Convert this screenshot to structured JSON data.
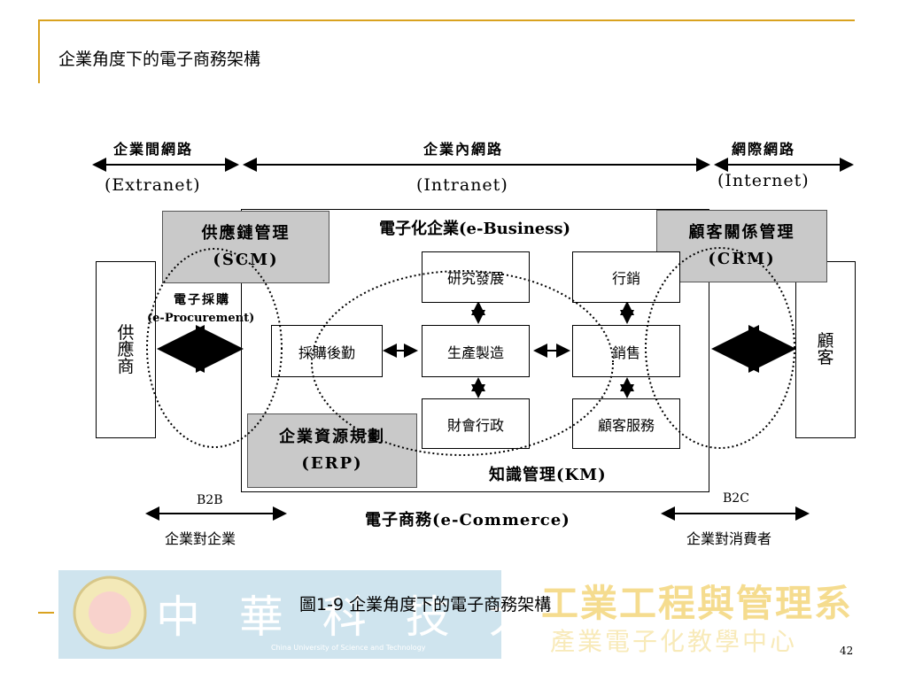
{
  "slide": {
    "title": "企業角度下的電子商務架構",
    "page_number": "42"
  },
  "networks": {
    "extranet": {
      "label": "企業間網路",
      "sub": "(Extranet)"
    },
    "intranet": {
      "label": "企業內網路",
      "sub": "(Intranet)"
    },
    "internet": {
      "label": "網際網路",
      "sub": "(Internet)"
    }
  },
  "diagram": {
    "ebusiness_title": "電子化企業(e-Business)",
    "scm": {
      "line1": "供應鏈管理",
      "line2": "(SCM)"
    },
    "crm": {
      "line1": "顧客關係管理",
      "line2": "(CRM)"
    },
    "erp": {
      "line1": "企業資源規劃",
      "line2": "(ERP)"
    },
    "km": "知識管理(KM)",
    "eprocurement": {
      "line1": "電子採購",
      "line2": "(e-Procurement)"
    },
    "supplier": "供應商",
    "customer": "顧客",
    "boxes": {
      "purchasing": "採購後勤",
      "rnd": "研究發展",
      "production": "生產製造",
      "finance": "財會行政",
      "marketing": "行銷",
      "sales": "銷售",
      "service": "顧客服務"
    },
    "b2b": {
      "code": "B2B",
      "desc": "企業對企業"
    },
    "b2c": {
      "code": "B2C",
      "desc": "企業對消費者"
    },
    "ecommerce": "電子商務(e-Commerce)"
  },
  "caption": "圖1-9  企業角度下的電子商務架構",
  "watermark": {
    "left_chars": "中 華 科 技 大 學",
    "left_sub": "China University of Science and Technology",
    "right_line1": "工業工程與管理系",
    "right_line2": "產業電子化教學中心"
  }
}
